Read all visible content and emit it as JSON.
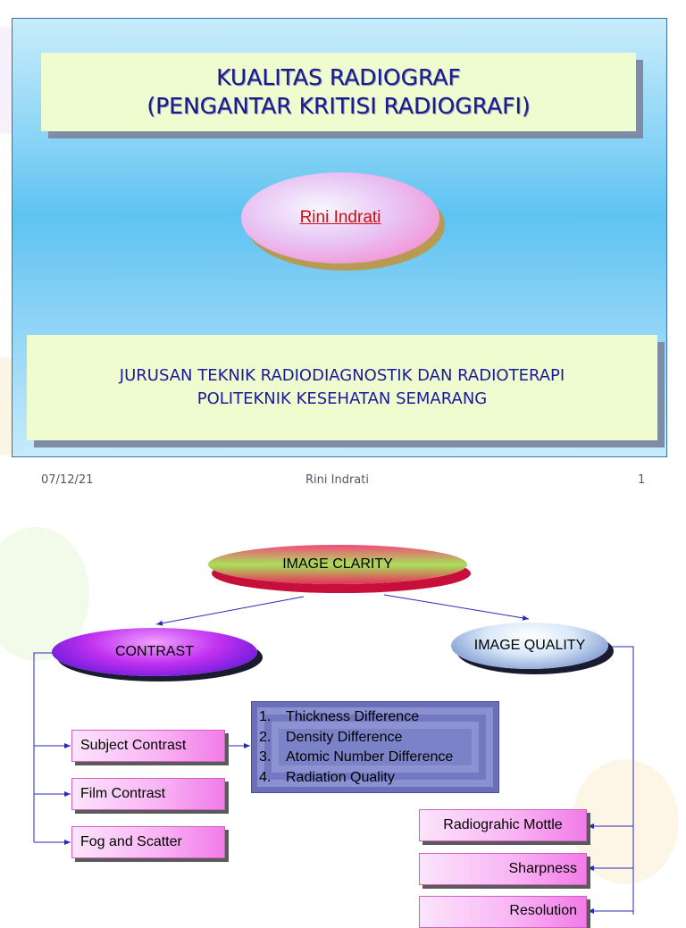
{
  "slide1": {
    "title_line1": "KUALITAS RADIOGRAF",
    "title_line2": "(PENGANTAR KRITISI RADIOGRAFI)",
    "author": "Rini Indrati",
    "institution_line1": "JURUSAN TEKNIK RADIODIAGNOSTIK DAN RADIOTERAPI",
    "institution_line2": "POLITEKNIK KESEHATAN SEMARANG",
    "footer": {
      "date": "07/12/21",
      "presenter": "Rini Indrati",
      "page_number": "1"
    }
  },
  "slide2": {
    "root": "IMAGE CLARITY",
    "contrast": "CONTRAST",
    "image_quality": "IMAGE QUALITY",
    "contrast_items": [
      "Subject Contrast",
      "Film Contrast",
      "Fog and Scatter"
    ],
    "subject_factors": [
      {
        "num": "1.",
        "text": "Thickness Difference"
      },
      {
        "num": "2.",
        "text": "Density Difference"
      },
      {
        "num": "3.",
        "text": "Atomic Number Difference"
      },
      {
        "num": "4.",
        "text": "Radiation Quality"
      }
    ],
    "quality_items": [
      "Radiograhic Mottle",
      "Sharpness",
      "Resolution"
    ]
  },
  "colors": {
    "title_text": "#1a1a8a",
    "author_text": "#cc1010",
    "connector": "#2a2ab8"
  }
}
